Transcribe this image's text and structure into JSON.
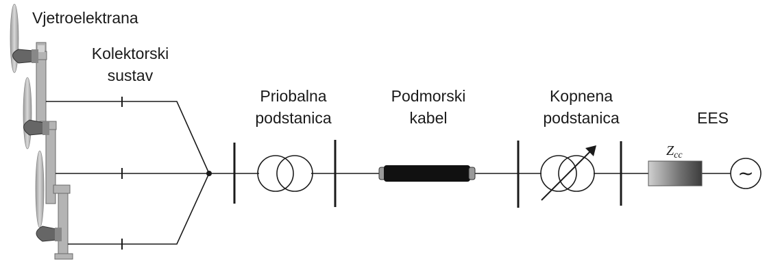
{
  "labels": {
    "wind_farm": "Vjetroelektrana",
    "collector_line1": "Kolektorski",
    "collector_line2": "sustav",
    "offshore_line1": "Priobalna",
    "offshore_line2": "podstanica",
    "cable_line1": "Podmorski",
    "cable_line2": "kabel",
    "onshore_line1": "Kopnena",
    "onshore_line2": "podstanica",
    "grid": "EES",
    "impedance": "Z",
    "impedance_sub": "cc",
    "source_symbol": "~"
  },
  "colors": {
    "line": "#1a1a1a",
    "turbine_light": "#b4b4b4",
    "turbine_dark": "#555555",
    "cable": "#111111"
  }
}
